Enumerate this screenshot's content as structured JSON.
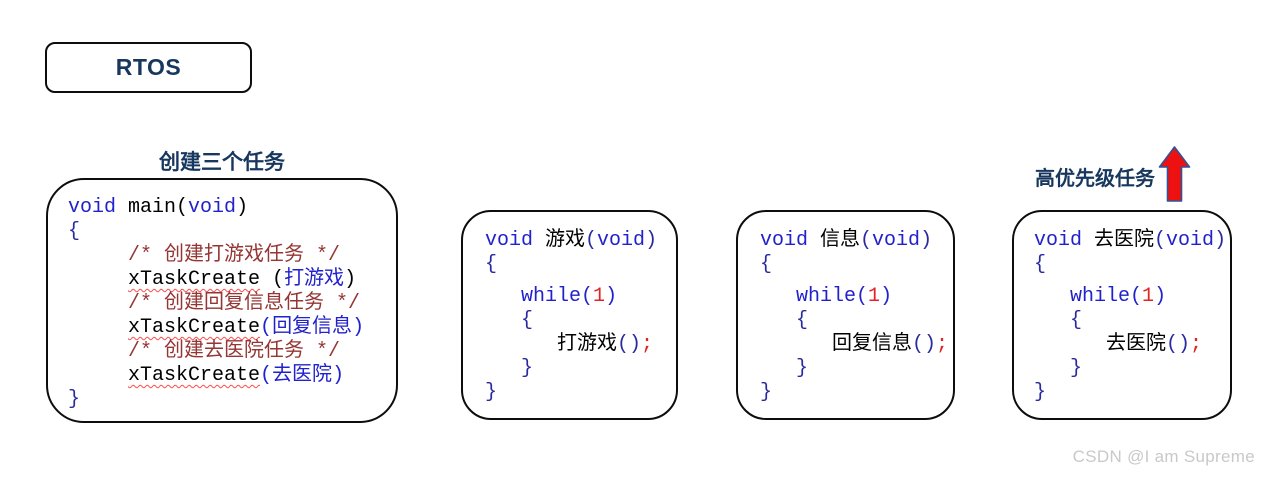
{
  "colors": {
    "keyword": "#2222cc",
    "plain": "#000000",
    "comment": "#943634",
    "number": "#e02424",
    "punct": "#2a2aa0",
    "navy": "#17375e",
    "arrow_fill": "#ee1111",
    "arrow_stroke": "#2f5496",
    "border": "#0d0d0d",
    "watermark": "#c9c9c9",
    "squiggle": "#ff4a4a",
    "bg": "#ffffff"
  },
  "rtos_box": {
    "label": "RTOS"
  },
  "caption": {
    "text": "创建三个任务"
  },
  "priority_label": {
    "text": "高优先级任务",
    "arrow_icon": "up-arrow"
  },
  "watermark": {
    "text": "CSDN @I am Supreme"
  },
  "code_blocks": [
    {
      "name": "main-task",
      "lines": [
        {
          "indent": 0,
          "tokens": [
            {
              "t": "void",
              "c": "keyword"
            },
            {
              "t": " main",
              "c": "plain"
            },
            {
              "t": "(",
              "c": "plain"
            },
            {
              "t": "void",
              "c": "keyword"
            },
            {
              "t": ")",
              "c": "plain"
            }
          ]
        },
        {
          "indent": 0,
          "tokens": [
            {
              "t": "{",
              "c": "punct"
            }
          ]
        },
        {
          "indent": 5,
          "tokens": [
            {
              "t": "/* 创建打游戏任务 */",
              "c": "comment"
            }
          ]
        },
        {
          "indent": 5,
          "tokens": [
            {
              "t": "xTaskCreate",
              "c": "plain",
              "squiggle": true
            },
            {
              "t": " (",
              "c": "plain"
            },
            {
              "t": "打游戏",
              "c": "keyword"
            },
            {
              "t": ")",
              "c": "plain"
            }
          ]
        },
        {
          "indent": 5,
          "tokens": [
            {
              "t": "/* 创建回复信息任务 */",
              "c": "comment"
            }
          ]
        },
        {
          "indent": 5,
          "tokens": [
            {
              "t": "xTaskCreate",
              "c": "plain",
              "squiggle": true
            },
            {
              "t": "(",
              "c": "keyword"
            },
            {
              "t": "回复信息",
              "c": "keyword"
            },
            {
              "t": ")",
              "c": "keyword"
            }
          ]
        },
        {
          "indent": 5,
          "tokens": [
            {
              "t": "/* 创建去医院任务 */",
              "c": "comment"
            }
          ]
        },
        {
          "indent": 5,
          "tokens": [
            {
              "t": "xTaskCreate",
              "c": "plain",
              "squiggle": true
            },
            {
              "t": "(",
              "c": "keyword"
            },
            {
              "t": "去医院",
              "c": "keyword"
            },
            {
              "t": ")",
              "c": "keyword"
            }
          ]
        },
        {
          "indent": 0,
          "tokens": [
            {
              "t": "}",
              "c": "punct"
            }
          ]
        }
      ]
    },
    {
      "name": "game-task",
      "lines": [
        {
          "indent": 0,
          "tokens": [
            {
              "t": "void",
              "c": "keyword"
            },
            {
              "t": " 游戏",
              "c": "plain"
            },
            {
              "t": "(",
              "c": "punct"
            },
            {
              "t": "void",
              "c": "keyword"
            },
            {
              "t": ")",
              "c": "punct"
            }
          ]
        },
        {
          "indent": 0,
          "tokens": [
            {
              "t": "{",
              "c": "punct"
            }
          ]
        },
        {
          "indent": 3,
          "gap_before": true,
          "tokens": [
            {
              "t": "while",
              "c": "keyword"
            },
            {
              "t": "(",
              "c": "keyword"
            },
            {
              "t": "1",
              "c": "number"
            },
            {
              "t": ")",
              "c": "keyword"
            }
          ]
        },
        {
          "indent": 3,
          "tokens": [
            {
              "t": "{",
              "c": "punct"
            }
          ]
        },
        {
          "indent": 6,
          "tokens": [
            {
              "t": "打游戏",
              "c": "plain"
            },
            {
              "t": "()",
              "c": "punct"
            },
            {
              "t": ";",
              "c": "number"
            }
          ]
        },
        {
          "indent": 3,
          "tokens": [
            {
              "t": "}",
              "c": "punct"
            }
          ]
        },
        {
          "indent": 0,
          "tokens": [
            {
              "t": "}",
              "c": "punct"
            }
          ]
        }
      ]
    },
    {
      "name": "message-task",
      "lines": [
        {
          "indent": 0,
          "tokens": [
            {
              "t": "void",
              "c": "keyword"
            },
            {
              "t": " 信息",
              "c": "plain"
            },
            {
              "t": "(",
              "c": "punct"
            },
            {
              "t": "void",
              "c": "keyword"
            },
            {
              "t": ")",
              "c": "punct"
            }
          ]
        },
        {
          "indent": 0,
          "tokens": [
            {
              "t": "{",
              "c": "punct"
            }
          ]
        },
        {
          "indent": 3,
          "gap_before": true,
          "tokens": [
            {
              "t": "while",
              "c": "keyword"
            },
            {
              "t": "(",
              "c": "keyword"
            },
            {
              "t": "1",
              "c": "number"
            },
            {
              "t": ")",
              "c": "keyword"
            }
          ]
        },
        {
          "indent": 3,
          "tokens": [
            {
              "t": "{",
              "c": "punct"
            }
          ]
        },
        {
          "indent": 6,
          "tokens": [
            {
              "t": "回复信息",
              "c": "plain"
            },
            {
              "t": "()",
              "c": "punct"
            },
            {
              "t": ";",
              "c": "number"
            }
          ]
        },
        {
          "indent": 3,
          "tokens": [
            {
              "t": "}",
              "c": "punct"
            }
          ]
        },
        {
          "indent": 0,
          "tokens": [
            {
              "t": "}",
              "c": "punct"
            }
          ]
        }
      ]
    },
    {
      "name": "hospital-task",
      "lines": [
        {
          "indent": 0,
          "tokens": [
            {
              "t": "void",
              "c": "keyword"
            },
            {
              "t": " 去医院",
              "c": "plain"
            },
            {
              "t": "(",
              "c": "punct"
            },
            {
              "t": "void",
              "c": "keyword"
            },
            {
              "t": ")",
              "c": "punct"
            }
          ]
        },
        {
          "indent": 0,
          "tokens": [
            {
              "t": "{",
              "c": "punct"
            }
          ]
        },
        {
          "indent": 3,
          "gap_before": true,
          "tokens": [
            {
              "t": "while",
              "c": "keyword"
            },
            {
              "t": "(",
              "c": "keyword"
            },
            {
              "t": "1",
              "c": "number"
            },
            {
              "t": ")",
              "c": "keyword"
            }
          ]
        },
        {
          "indent": 3,
          "tokens": [
            {
              "t": "{",
              "c": "punct"
            }
          ]
        },
        {
          "indent": 6,
          "tokens": [
            {
              "t": "去医院",
              "c": "plain"
            },
            {
              "t": "()",
              "c": "punct"
            },
            {
              "t": ";",
              "c": "number"
            }
          ]
        },
        {
          "indent": 3,
          "tokens": [
            {
              "t": "}",
              "c": "punct"
            }
          ]
        },
        {
          "indent": 0,
          "tokens": [
            {
              "t": "}",
              "c": "punct"
            }
          ]
        }
      ]
    }
  ]
}
